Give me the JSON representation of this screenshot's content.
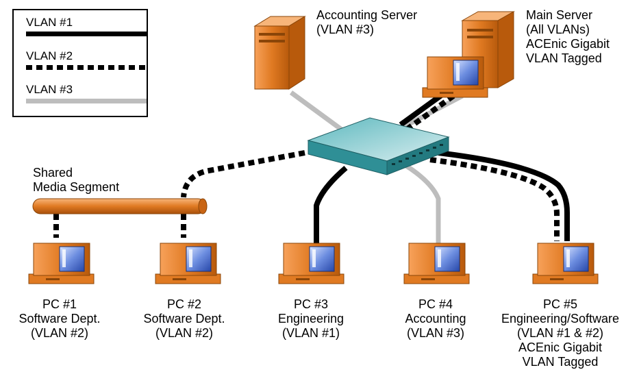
{
  "legend": {
    "items": [
      {
        "label": "VLAN #1",
        "style": "solid",
        "color": "#000000"
      },
      {
        "label": "VLAN #2",
        "style": "dashed",
        "color": "#000000"
      },
      {
        "label": "VLAN #3",
        "style": "solid",
        "color": "#bdbdbd"
      }
    ]
  },
  "servers": {
    "accounting": {
      "line1": "Accounting Server",
      "line2": "(VLAN #3)"
    },
    "main": {
      "line1": "Main Server",
      "line2": "(All VLANs)",
      "line3": "ACEnic Gigabit",
      "line4": "VLAN Tagged"
    }
  },
  "segment": {
    "line1": "Shared",
    "line2": "Media Segment"
  },
  "pcs": [
    {
      "name": "PC #1",
      "dept": "Software Dept.",
      "vlan": "(VLAN #2)"
    },
    {
      "name": "PC #2",
      "dept": "Software Dept.",
      "vlan": "(VLAN #2)"
    },
    {
      "name": "PC #3",
      "dept": "Engineering",
      "vlan": "(VLAN #1)"
    },
    {
      "name": "PC #4",
      "dept": "Accounting",
      "vlan": "(VLAN #3)"
    },
    {
      "name": "PC #5",
      "dept": "Engineering/Software",
      "vlan": "(VLAN #1 & #2)",
      "extra1": "ACEnic Gigabit",
      "extra2": "VLAN Tagged"
    }
  ],
  "colors": {
    "vlan1": "#000000",
    "vlan2": "#000000",
    "vlan3": "#bdbdbd",
    "device": "#d96a10",
    "screen": "#3a63c7",
    "switch": "#2f8f96"
  }
}
